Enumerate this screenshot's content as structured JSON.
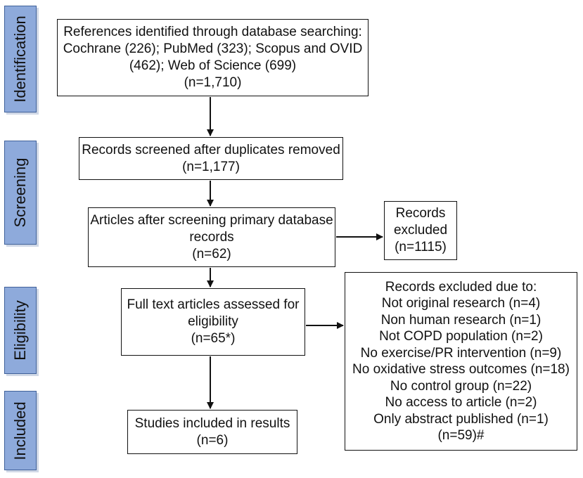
{
  "phases": {
    "identification": "Identification",
    "screening": "Screening",
    "eligibility": "Eligibility",
    "included": "Included"
  },
  "boxes": {
    "identified": {
      "lines": [
        "References identified through database searching:",
        "Cochrane (226); PubMed (323); Scopus and OVID",
        "(462); Web of Science (699)",
        "(n=1,710)"
      ]
    },
    "screened": {
      "lines": [
        "Records screened after duplicates removed",
        "(n=1,177)"
      ]
    },
    "after_screening": {
      "lines": [
        "Articles after screening primary database",
        "records",
        "(n=62)"
      ]
    },
    "excluded_screening": {
      "lines": [
        "Records",
        "excluded",
        "(n=1115)"
      ]
    },
    "full_text": {
      "lines": [
        "Full text articles assessed for",
        "eligibility",
        "(n=65*)"
      ]
    },
    "excluded_reasons": {
      "lines": [
        "Records excluded due to:",
        "Not original research (n=4)",
        "Non human research (n=1)",
        "Not COPD population (n=2)",
        "No exercise/PR intervention (n=9)",
        "No oxidative stress outcomes (n=18)",
        "No control group (n=22)",
        "No access to article (n=2)",
        "Only abstract published (n=1)",
        "(n=59)#"
      ]
    },
    "included": {
      "lines": [
        "Studies included in results",
        "(n=6)"
      ]
    }
  }
}
